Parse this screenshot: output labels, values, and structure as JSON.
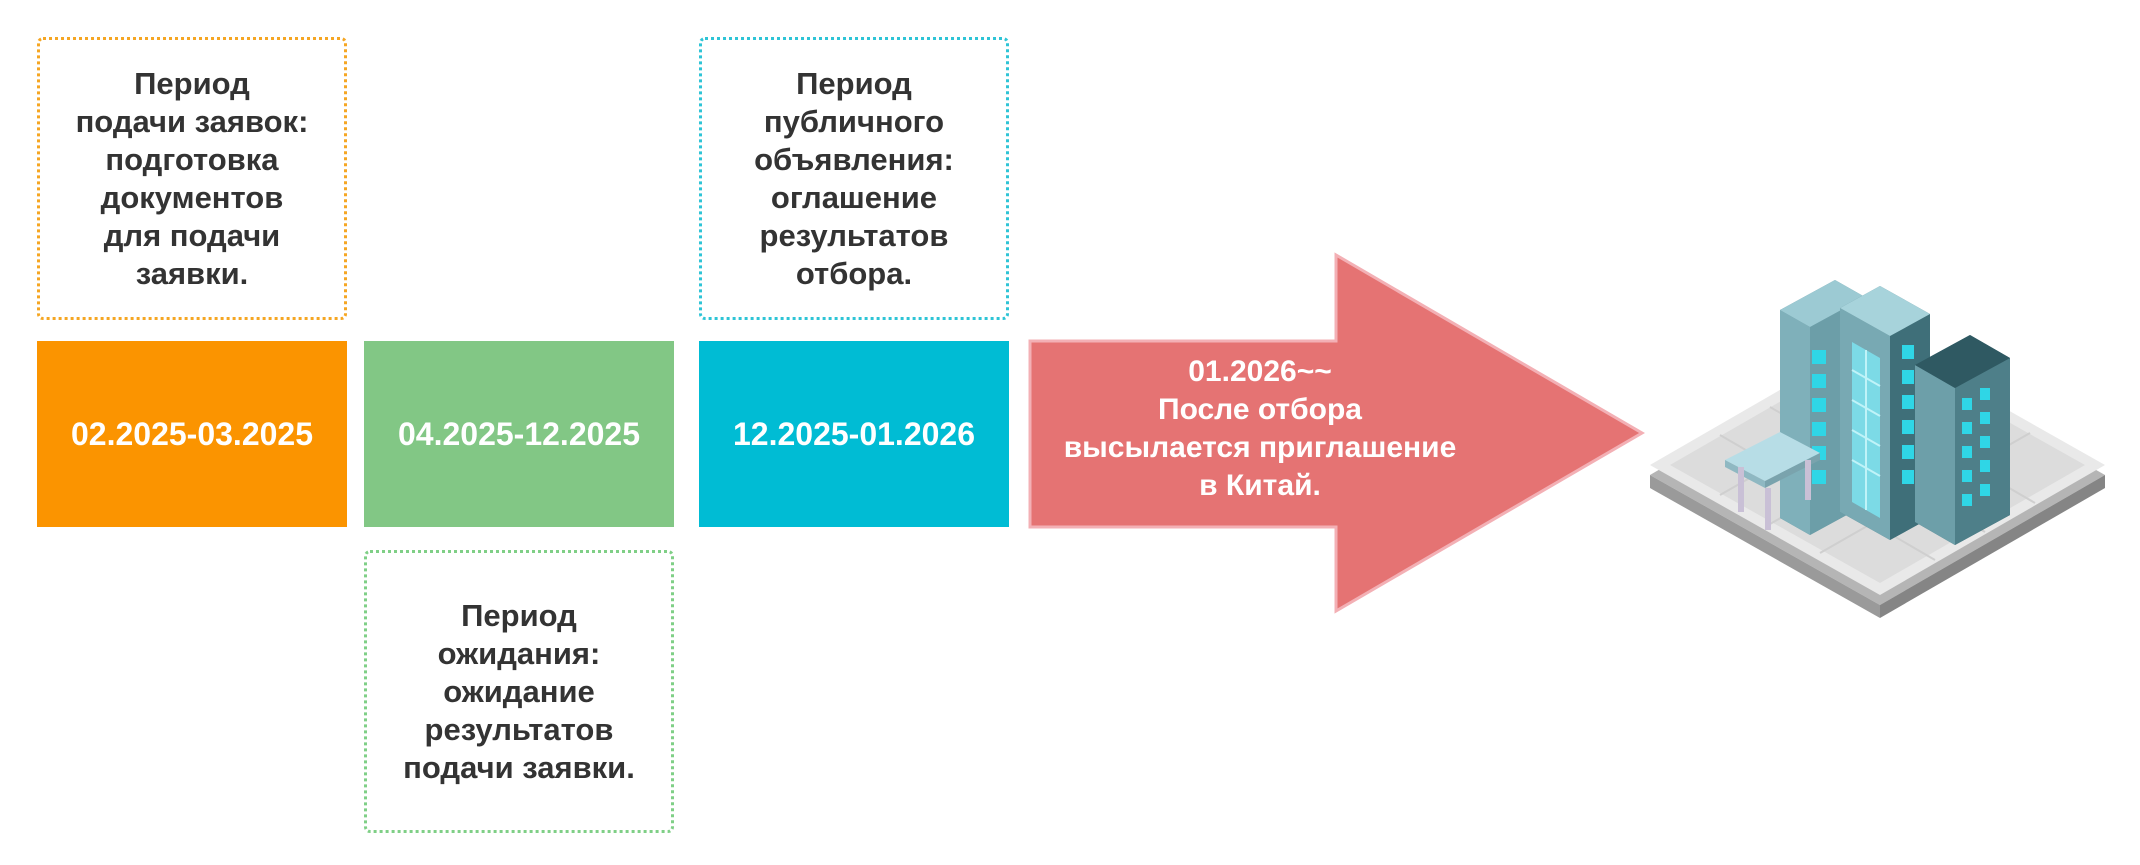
{
  "timeline": {
    "stages": [
      {
        "period": "02.2025-03.2025",
        "note": "Период\nподачи заявок:\nподготовка\nдокументов\nдля подачи\nзаявки.",
        "color": "#fb9400",
        "note_border_color": "#f5a623"
      },
      {
        "period": "04.2025-12.2025",
        "note": "Период\nожидания:\nожидание\nрезультатов\nподачи заявки.",
        "color": "#82c785",
        "note_border_color": "#7fcf86"
      },
      {
        "period": "12.2025-01.2026",
        "note": "Период\nпубличного\nобъявления:\nоглашение\nрезультатов\nотбора.",
        "color": "#00bcd4",
        "note_border_color": "#2ec4d6"
      }
    ],
    "final": {
      "text": "01.2026~~\nПосле отбора\nвысылается приглашение\nв Китай.",
      "color": "#e57373"
    }
  },
  "illustration": {
    "icon": "office-building-icon"
  }
}
